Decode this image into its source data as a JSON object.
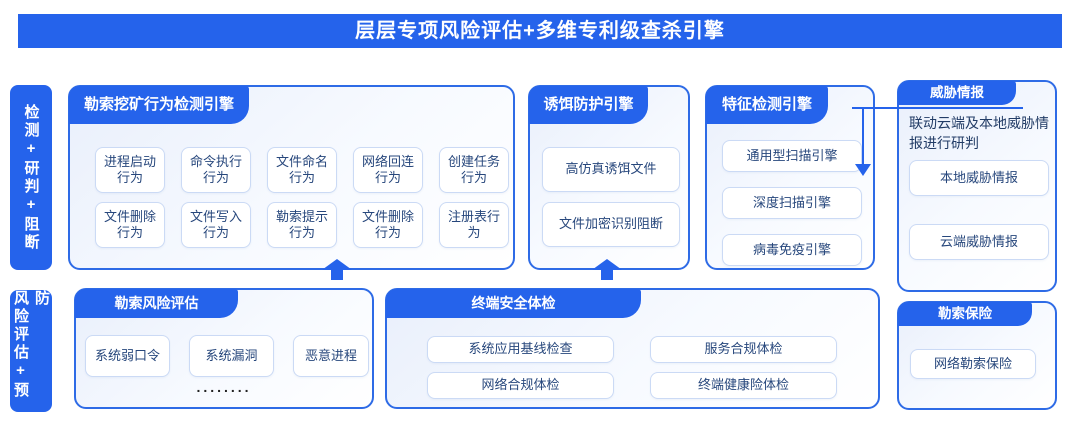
{
  "banner": {
    "title": "层层专项风险评估+多维专利级查杀引擎"
  },
  "side_labels": {
    "top": "检测+研判+阻断",
    "bottom": "风险评估+预防"
  },
  "colors": {
    "primary": "#2563eb",
    "panel_border": "#2e6be6",
    "box_border": "#cbdaf5",
    "box_text": "#27477c"
  },
  "panels": {
    "ransom_mining": {
      "title": "勒索挖矿行为检测引擎",
      "items": [
        "进程启动行为",
        "命令执行行为",
        "文件命名行为",
        "网络回连行为",
        "创建任务行为",
        "文件删除行为",
        "文件写入行为",
        "勒索提示行为",
        "文件删除行为",
        "注册表行为"
      ]
    },
    "decoy": {
      "title": "诱饵防护引擎",
      "items": [
        "高仿真诱饵文件",
        "文件加密识别阻断"
      ]
    },
    "signature": {
      "title": "特征检测引擎",
      "items": [
        "通用型扫描引擎",
        "深度扫描引擎",
        "病毒免疫引擎"
      ]
    },
    "threat_intel": {
      "title": "威胁情报",
      "description": "联动云端及本地威胁情报进行研判",
      "items": [
        "本地威胁情报",
        "云端威胁情报"
      ]
    },
    "risk_assess": {
      "title": "勒索风险评估",
      "items": [
        "系统弱口令",
        "系统漏洞",
        "恶意进程"
      ],
      "more_dots": "........"
    },
    "health_check": {
      "title": "终端安全体检",
      "items": [
        "系统应用基线检查",
        "服务合规体检",
        "网络合规体检",
        "终端健康险体检"
      ]
    },
    "insurance": {
      "title": "勒索保险",
      "items": [
        "网络勒索保险"
      ]
    }
  }
}
